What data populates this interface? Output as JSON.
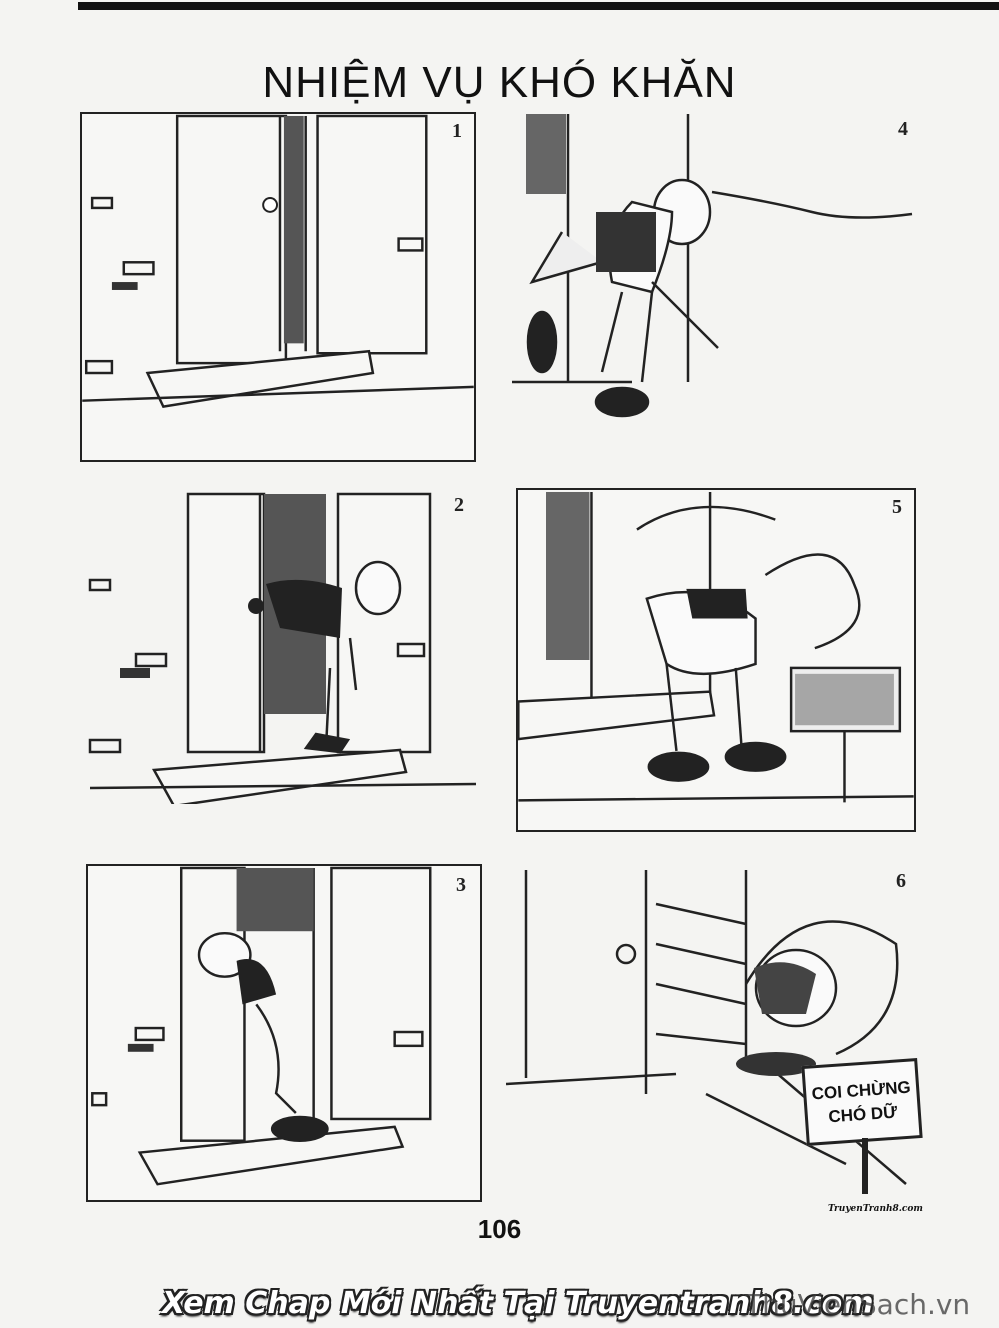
{
  "title": "NHIỆM VỤ KHÓ KHĂN",
  "panels": [
    {
      "number": "1"
    },
    {
      "number": "2"
    },
    {
      "number": "3"
    },
    {
      "number": "4"
    },
    {
      "number": "5"
    },
    {
      "number": "6"
    }
  ],
  "sign": {
    "line1": "COI CHỪNG",
    "line2": "CHÓ DỮ"
  },
  "page_number": "106",
  "credit": "TruyenTranh8.com",
  "watermark": "Xem Chap Mới Nhất Tại Truyentranh8.com",
  "site": "ThuVienSach.vn"
}
